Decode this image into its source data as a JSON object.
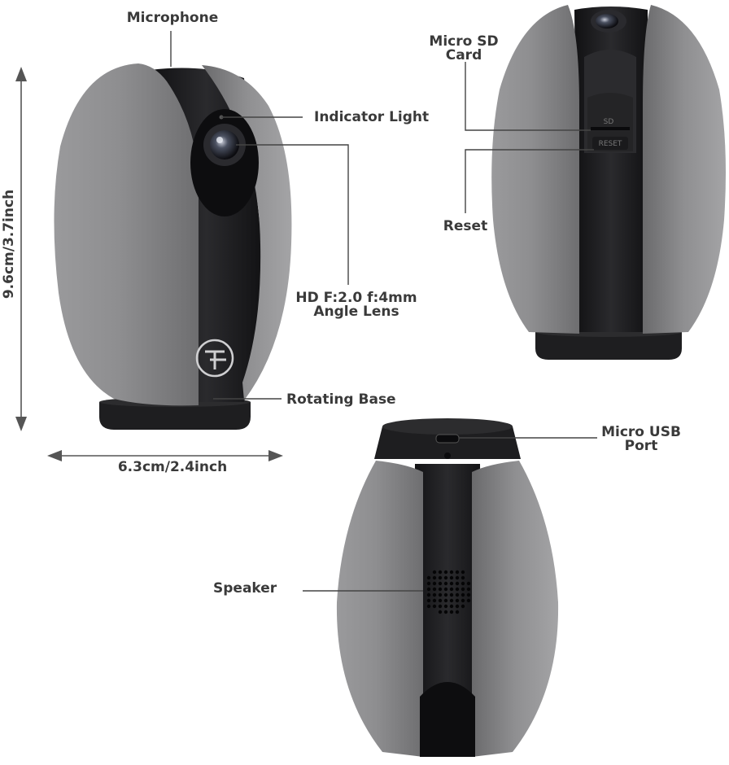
{
  "labels": {
    "microphone": "Microphone",
    "indicator_light": "Indicator Light",
    "lens_line1": "HD F:2.0 f:4mm",
    "lens_line2": "Angle Lens",
    "rotating_base": "Rotating Base",
    "height": "9.6cm/3.7inch",
    "width": "6.3cm/2.4inch",
    "micro_sd_line1": "Micro SD",
    "micro_sd_line2": "Card",
    "reset": "Reset",
    "micro_usb_line1": "Micro USB",
    "micro_usb_line2": "Port",
    "speaker": "Speaker"
  },
  "device_text": {
    "sd": "SD",
    "reset": "RESET"
  },
  "colors": {
    "shell": "#8c8c8e",
    "shell_light": "#a9a9ab",
    "body_black": "#1c1c1e",
    "base": "#202022",
    "label": "#3a3a3a",
    "leader": "#444444"
  }
}
